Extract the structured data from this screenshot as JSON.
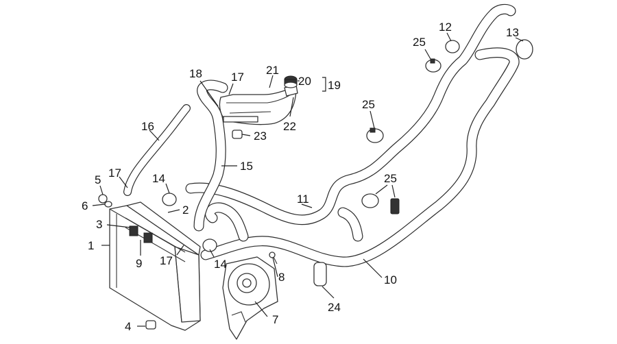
{
  "labels": {
    "n1": "1",
    "n2": "2",
    "n3": "3",
    "n4": "4",
    "n5": "5",
    "n6": "6",
    "n7": "7",
    "n8": "8",
    "n9": "9",
    "n10": "10",
    "n11": "11",
    "n12": "12",
    "n13": "13",
    "n14a": "14",
    "n14b": "14",
    "n15": "15",
    "n16": "16",
    "n17a": "17",
    "n17b": "17",
    "n17c": "17",
    "n18": "18",
    "n19": "19",
    "n20": "20",
    "n21": "21",
    "n22": "22",
    "n23": "23",
    "n24": "24",
    "n25a": "25",
    "n25b": "25",
    "n25c": "25"
  }
}
